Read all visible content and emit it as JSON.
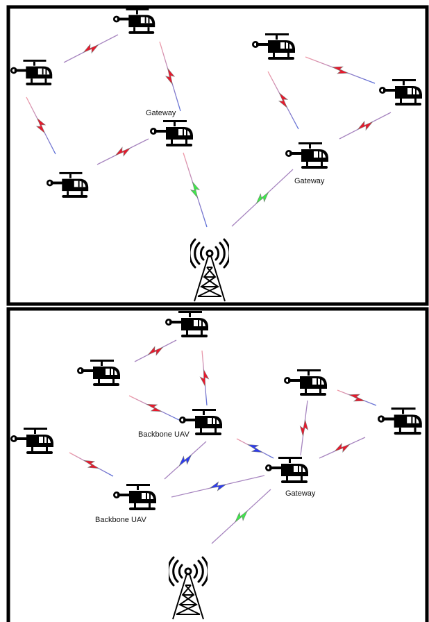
{
  "panels": [
    {
      "labels": {
        "gateway_1": "Gateway",
        "gateway_2": "Gateway"
      }
    },
    {
      "labels": {
        "backbone_1": "Backbone UAV",
        "backbone_2": "Backbone UAV",
        "gateway": "Gateway"
      }
    }
  ],
  "icons": {
    "uav": "helicopter-icon",
    "tower": "cell-tower-icon",
    "link": "lightning-link-icon"
  },
  "colors": {
    "uav_link": "#e8192c",
    "backbone_link": "#2d3cf0",
    "ground_link": "#3ee84a",
    "link_wire_start": "#f29aa6",
    "link_wire_end": "#5a6ed8",
    "frame": "#000000"
  }
}
